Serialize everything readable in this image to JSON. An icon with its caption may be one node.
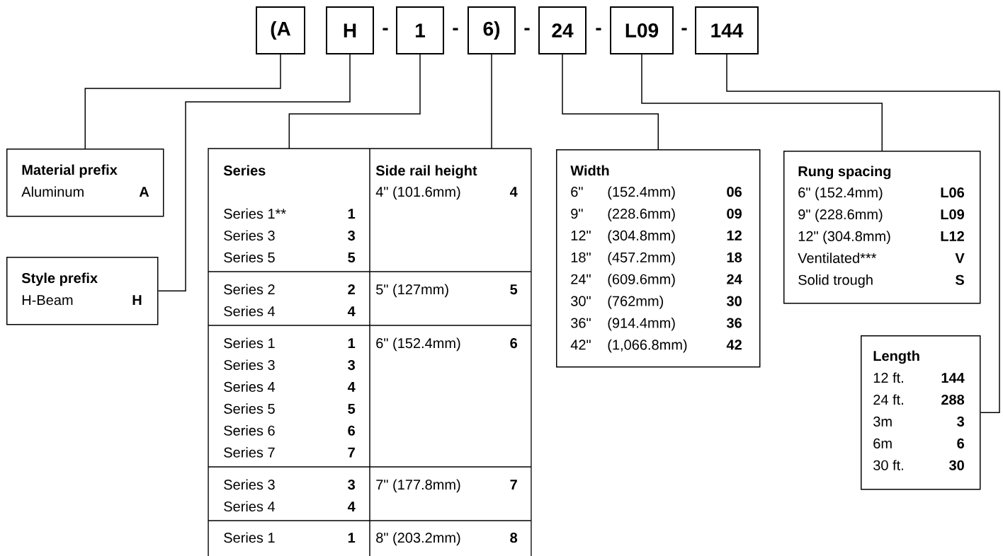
{
  "diagram": {
    "nodes": [
      {
        "text": [
          "(A"
        ]
      },
      {
        "text": [
          "H"
        ]
      },
      {
        "text": [
          "1"
        ]
      },
      {
        "text": [
          "6)"
        ]
      },
      {
        "text": [
          "24"
        ]
      },
      {
        "text": [
          "L09"
        ]
      },
      {
        "text": [
          "144"
        ]
      },
      {
        "text": [
          "Material prefix",
          "Aluminum",
          "A"
        ]
      },
      {
        "text": [
          "Style prefix",
          "H-Beam",
          "H"
        ]
      },
      {
        "text": [],
        "shape": "box"
      },
      {
        "text": [
          "Series",
          "Series 1**",
          "1",
          "Series 3",
          "3",
          "Series 5",
          "5"
        ],
        "in": 9
      },
      {
        "text": [
          "Side rail height",
          "4\" (101.6mm)",
          "4"
        ],
        "in": 9
      },
      {
        "text": [
          "Series 2",
          "2",
          "Series 4",
          "4"
        ],
        "in": 9
      },
      {
        "text": [
          "5\" (127mm)",
          "5"
        ],
        "in": 9
      },
      {
        "text": [
          "Series 1",
          "1",
          "Series 3",
          "3",
          "Series 4",
          "4",
          "Series 5",
          "5",
          "Series 6",
          "6",
          "Series 7",
          "7"
        ],
        "in": 9
      },
      {
        "text": [
          "6\" (152.4mm)",
          "6"
        ],
        "in": 9
      },
      {
        "text": [
          "Series 3",
          "3",
          "Series 4",
          "4"
        ],
        "in": 9
      },
      {
        "text": [
          "7\" (177.8mm)",
          "7"
        ],
        "in": 9
      },
      {
        "text": [
          "Series 1",
          "1"
        ],
        "in": 9
      },
      {
        "text": [
          "8\" (203.2mm)",
          "8"
        ],
        "in": 9
      },
      {
        "text": [
          "Width",
          "6\"",
          "(152.4mm)",
          "06",
          "9\"",
          "(228.6mm)",
          "09",
          "12\"",
          "(304.8mm)",
          "12",
          "18\"",
          "(457.2mm)",
          "18",
          "24\"",
          "(609.6mm)",
          "24",
          "30\"",
          "(762mm)",
          "30",
          "36\"",
          "(914.4mm)",
          "36",
          "42\"",
          "(1,066.8mm)",
          "42"
        ]
      },
      {
        "text": [
          "Rung spacing",
          "6\" (152.4mm)",
          "L06",
          "9\" (228.6mm)",
          "L09",
          "12\" (304.8mm)",
          "L12",
          "Ventilated***",
          "V",
          "Solid trough",
          "S"
        ]
      },
      {
        "text": [
          "Length",
          "12 ft.",
          "144",
          "24 ft.",
          "288",
          "3m",
          "3",
          "6m",
          "6",
          "30 ft.",
          "30"
        ]
      }
    ],
    "edges": [
      {
        "from": 0,
        "to": 7,
        "arrow": "none"
      },
      {
        "from": 1,
        "to": 8,
        "arrow": "none"
      },
      {
        "from": 2,
        "to": 10,
        "arrow": "none"
      },
      {
        "from": 3,
        "to": 11,
        "arrow": "none"
      },
      {
        "from": 4,
        "to": 20,
        "arrow": "none"
      },
      {
        "from": 5,
        "to": 21,
        "arrow": "none"
      },
      {
        "from": 6,
        "to": 22,
        "arrow": "none"
      }
    ],
    "labels": [
      "-",
      "-",
      "-",
      "-",
      "-"
    ]
  }
}
